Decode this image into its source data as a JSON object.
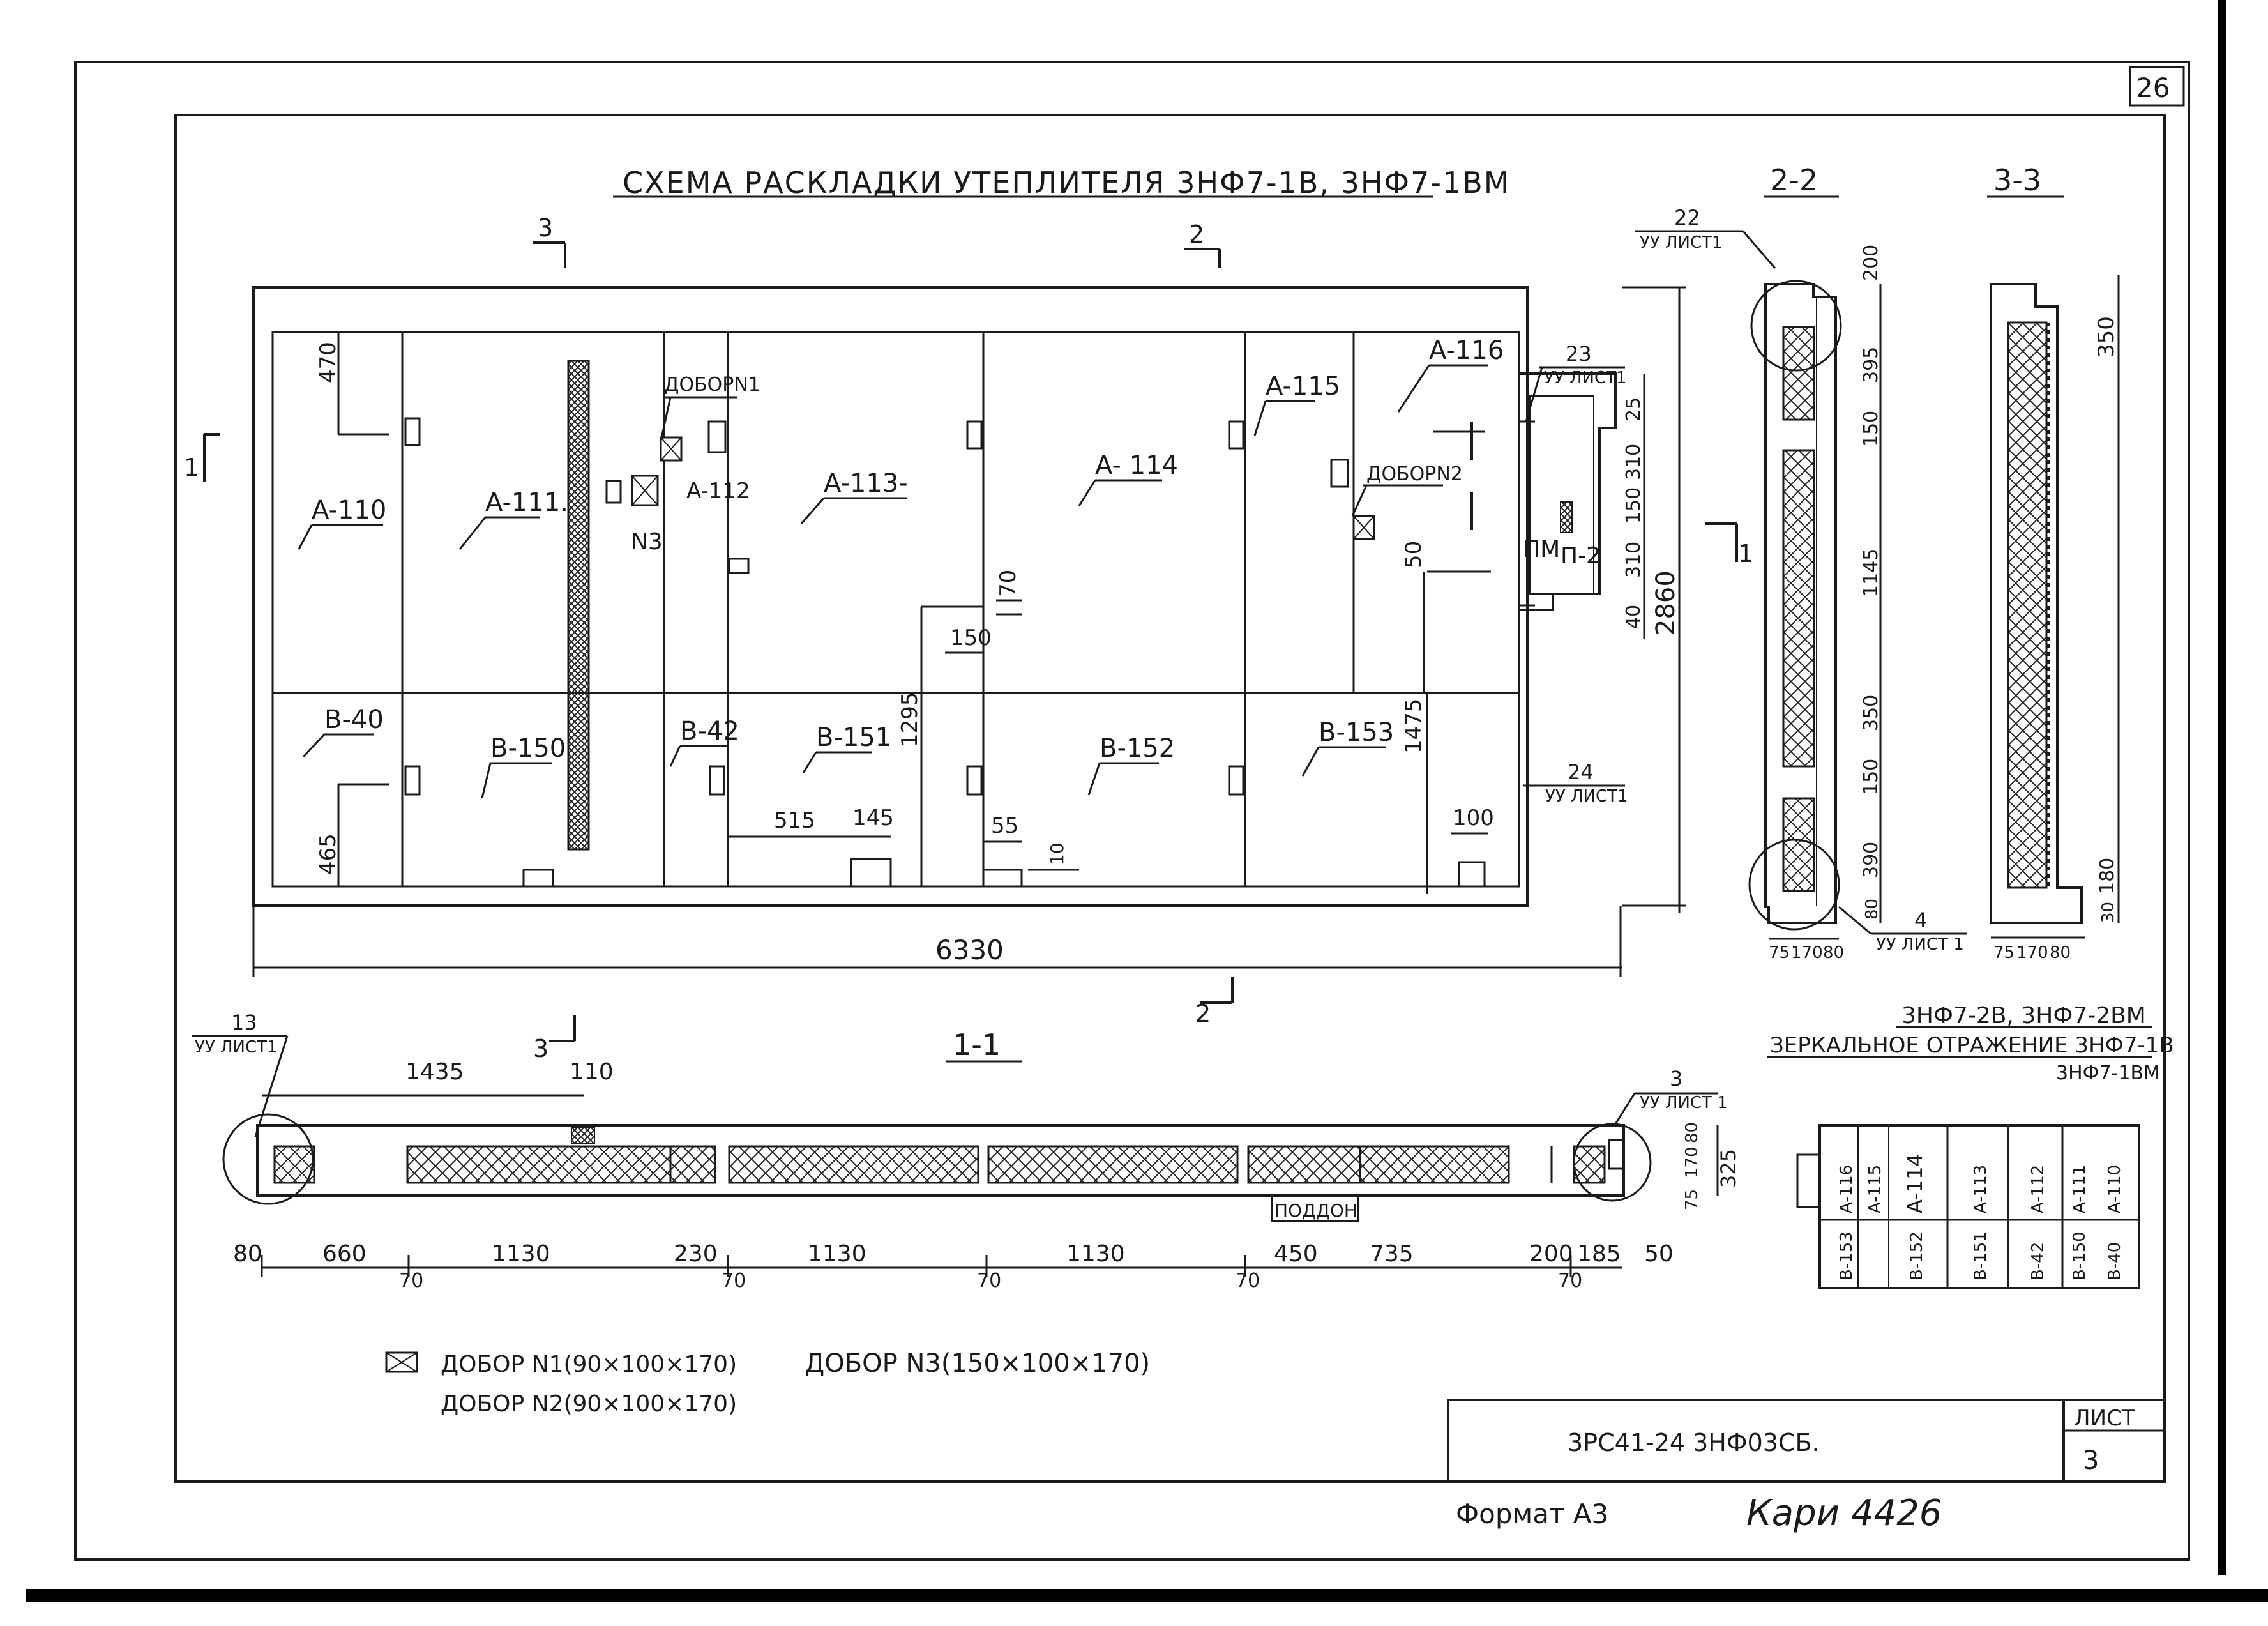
{
  "sheet_corner": "26",
  "title": "СХЕМА   РАСКЛАДКИ   УТЕПЛИТЕЛЯ 3НФ7-1В, 3НФ7-1ВМ",
  "sections": {
    "s11": "1-1",
    "s22": "2-2",
    "s33": "3-3"
  },
  "cut_marks": {
    "c1": "1",
    "c2": "2",
    "c3": "3"
  },
  "panels_top": [
    {
      "id": "A-110"
    },
    {
      "id": "A-111."
    },
    {
      "id": "A-112"
    },
    {
      "id": "A-113-"
    },
    {
      "id": "A- 114"
    },
    {
      "id": "A-115"
    },
    {
      "id": "A-116"
    }
  ],
  "panels_bottom": [
    {
      "id": "B-40"
    },
    {
      "id": "B-150"
    },
    {
      "id": "B-42"
    },
    {
      "id": "B-151"
    },
    {
      "id": "B-152"
    },
    {
      "id": "B-153"
    }
  ],
  "filler_labels": {
    "d1": "ДОБОРN1",
    "d2": "ДОБОРN2",
    "n3": "N3"
  },
  "elevation_dims": {
    "d470": "470",
    "d465": "465",
    "d515": "515",
    "d145": "145",
    "d1295": "1295",
    "d70a": "70",
    "d150": "150",
    "d55": "55",
    "d10": "10",
    "d1475": "1475",
    "d100": "100",
    "d50": "50",
    "d6330": "6330",
    "d2860": "2860"
  },
  "window": {
    "pm": "ПМ",
    "p2": "П-2",
    "d25": "25",
    "d310a": "310",
    "d150": "150",
    "d310b": "310",
    "d40": "40"
  },
  "callouts": {
    "c22": "22",
    "c22s": "УУ ЛИСТ1",
    "c23": "23",
    "c23s": "УУ ЛИСТ1",
    "c24": "24",
    "c24s": "УУ ЛИСТ1",
    "c13": "13",
    "c13s": "УУ ЛИСТ1",
    "c3": "3",
    "c3s": "УУ ЛИСТ 1",
    "c4": "4",
    "c4s": "УУ ЛИСТ 1"
  },
  "section22_dims": {
    "d200": "200",
    "d395": "395",
    "d150a": "150",
    "d1145": "1145",
    "d350": "350",
    "d150b": "150",
    "d390": "390",
    "d80": "80",
    "w75": "75",
    "w170": "170",
    "w80": "80"
  },
  "section33_dims": {
    "d350": "350",
    "d180": "180",
    "d30": "30",
    "w75": "75",
    "w170": "170",
    "w80": "80"
  },
  "section11_dims": {
    "d1435": "1435",
    "d110": "110",
    "d80": "80",
    "d660": "660",
    "d1130a": "1130",
    "d230": "230",
    "d1130b": "1130",
    "d1130c": "1130",
    "d450": "450",
    "d735": "735",
    "d200": "200",
    "d185": "185",
    "d50": "50",
    "d70a": "70",
    "d70b": "70",
    "d70c": "70",
    "d70d": "70",
    "d70e": "70",
    "r325": "325",
    "r75": "75",
    "r170": "170",
    "r80": "80",
    "tray": "ПОДДОН"
  },
  "mirror_note": {
    "l1": "3НФ7-2В, 3НФ7-2ВМ",
    "l2": "ЗЕРКАЛЬНОЕ  ОТРАЖЕНИЕ 3НФ7-1В",
    "l3": "3НФ7-1ВМ"
  },
  "mini_table": {
    "top": [
      "A-116",
      "A-115",
      "A-114",
      "A-113",
      "A-112",
      "A-111",
      "A-110"
    ],
    "bottom": [
      "B-153",
      "B-152",
      "B-151",
      "B-42",
      "B-150",
      "B-40"
    ]
  },
  "legend": {
    "l1": "ДОБОР N1(90×100×170)",
    "l2": "ДОБОР N2(90×100×170)",
    "l3": "ДОБОР N3(150×100×170)"
  },
  "stamp": {
    "code": "3РС41-24  3НФ03СБ.",
    "sheet_label": "ЛИСТ",
    "sheet_no": "3"
  },
  "footer": {
    "format": "Формат А3",
    "sig": "Кари  4426"
  }
}
